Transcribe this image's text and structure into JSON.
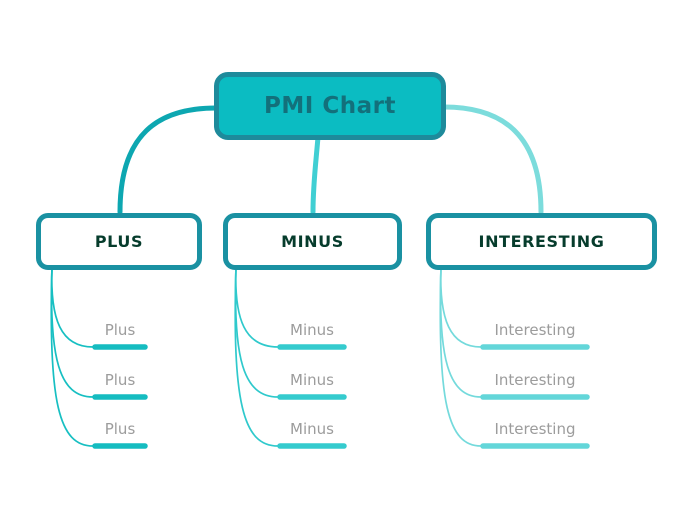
{
  "chart": {
    "type": "mindmap",
    "root": {
      "label": "PMI Chart"
    },
    "branches": [
      {
        "label": "PLUS",
        "children": [
          "Plus",
          "Plus",
          "Plus"
        ]
      },
      {
        "label": "MINUS",
        "children": [
          "Minus",
          "Minus",
          "Minus"
        ]
      },
      {
        "label": "INTERESTING",
        "children": [
          "Interesting",
          "Interesting",
          "Interesting"
        ]
      }
    ]
  },
  "colors": {
    "background": "#ffffff",
    "root_fill": "#0bbcc2",
    "root_border": "#1e8a9b",
    "root_text": "#13707b",
    "branch_border": "#1a91a2",
    "branch_fill": "#ffffff",
    "branch_text": "#063c2c",
    "leaf_text": "#9c9c9c",
    "plus": {
      "connector": "#0da7b1",
      "leaf_line": "#17bfc2",
      "underline": "#15bcc0"
    },
    "minus": {
      "connector": "#40cfd3",
      "leaf_line": "#2fc9cc",
      "underline": "#35cbce"
    },
    "interesting": {
      "connector": "#7cdcdc",
      "leaf_line": "#74dadc",
      "underline": "#63d6d9"
    }
  }
}
